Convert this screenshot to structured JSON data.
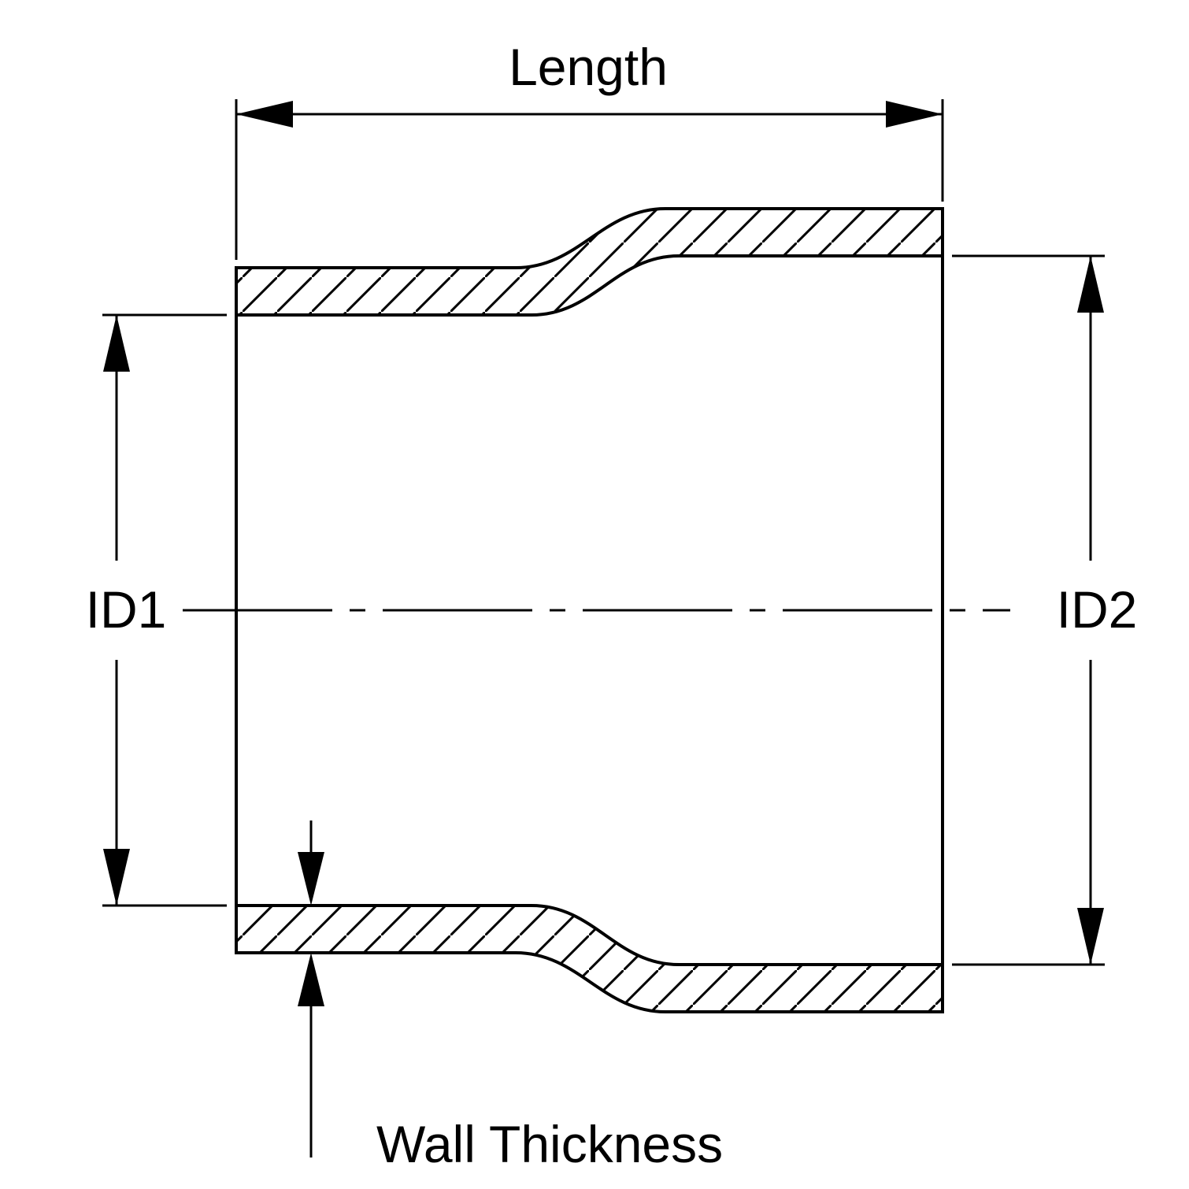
{
  "diagram": {
    "labels": {
      "length": "Length",
      "id1": "ID1",
      "id2": "ID2",
      "wall_thickness": "Wall Thickness"
    },
    "colors": {
      "line": "#000000",
      "background": "#ffffff"
    }
  }
}
